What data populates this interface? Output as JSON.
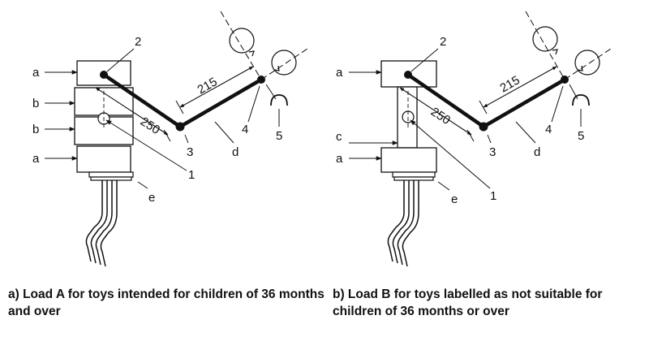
{
  "labels": {
    "a": "a",
    "b": "b",
    "c": "c",
    "d": "d",
    "e": "e",
    "n1": "1",
    "n2": "2",
    "n3": "3",
    "n4": "4",
    "n5": "5",
    "dim_long": "250",
    "dim_short": "215"
  },
  "captions": {
    "a": "a) Load A for toys intended for children of 36 months and over",
    "b": "b) Load B for toys labelled as not suitable for children of 36 months or over"
  }
}
